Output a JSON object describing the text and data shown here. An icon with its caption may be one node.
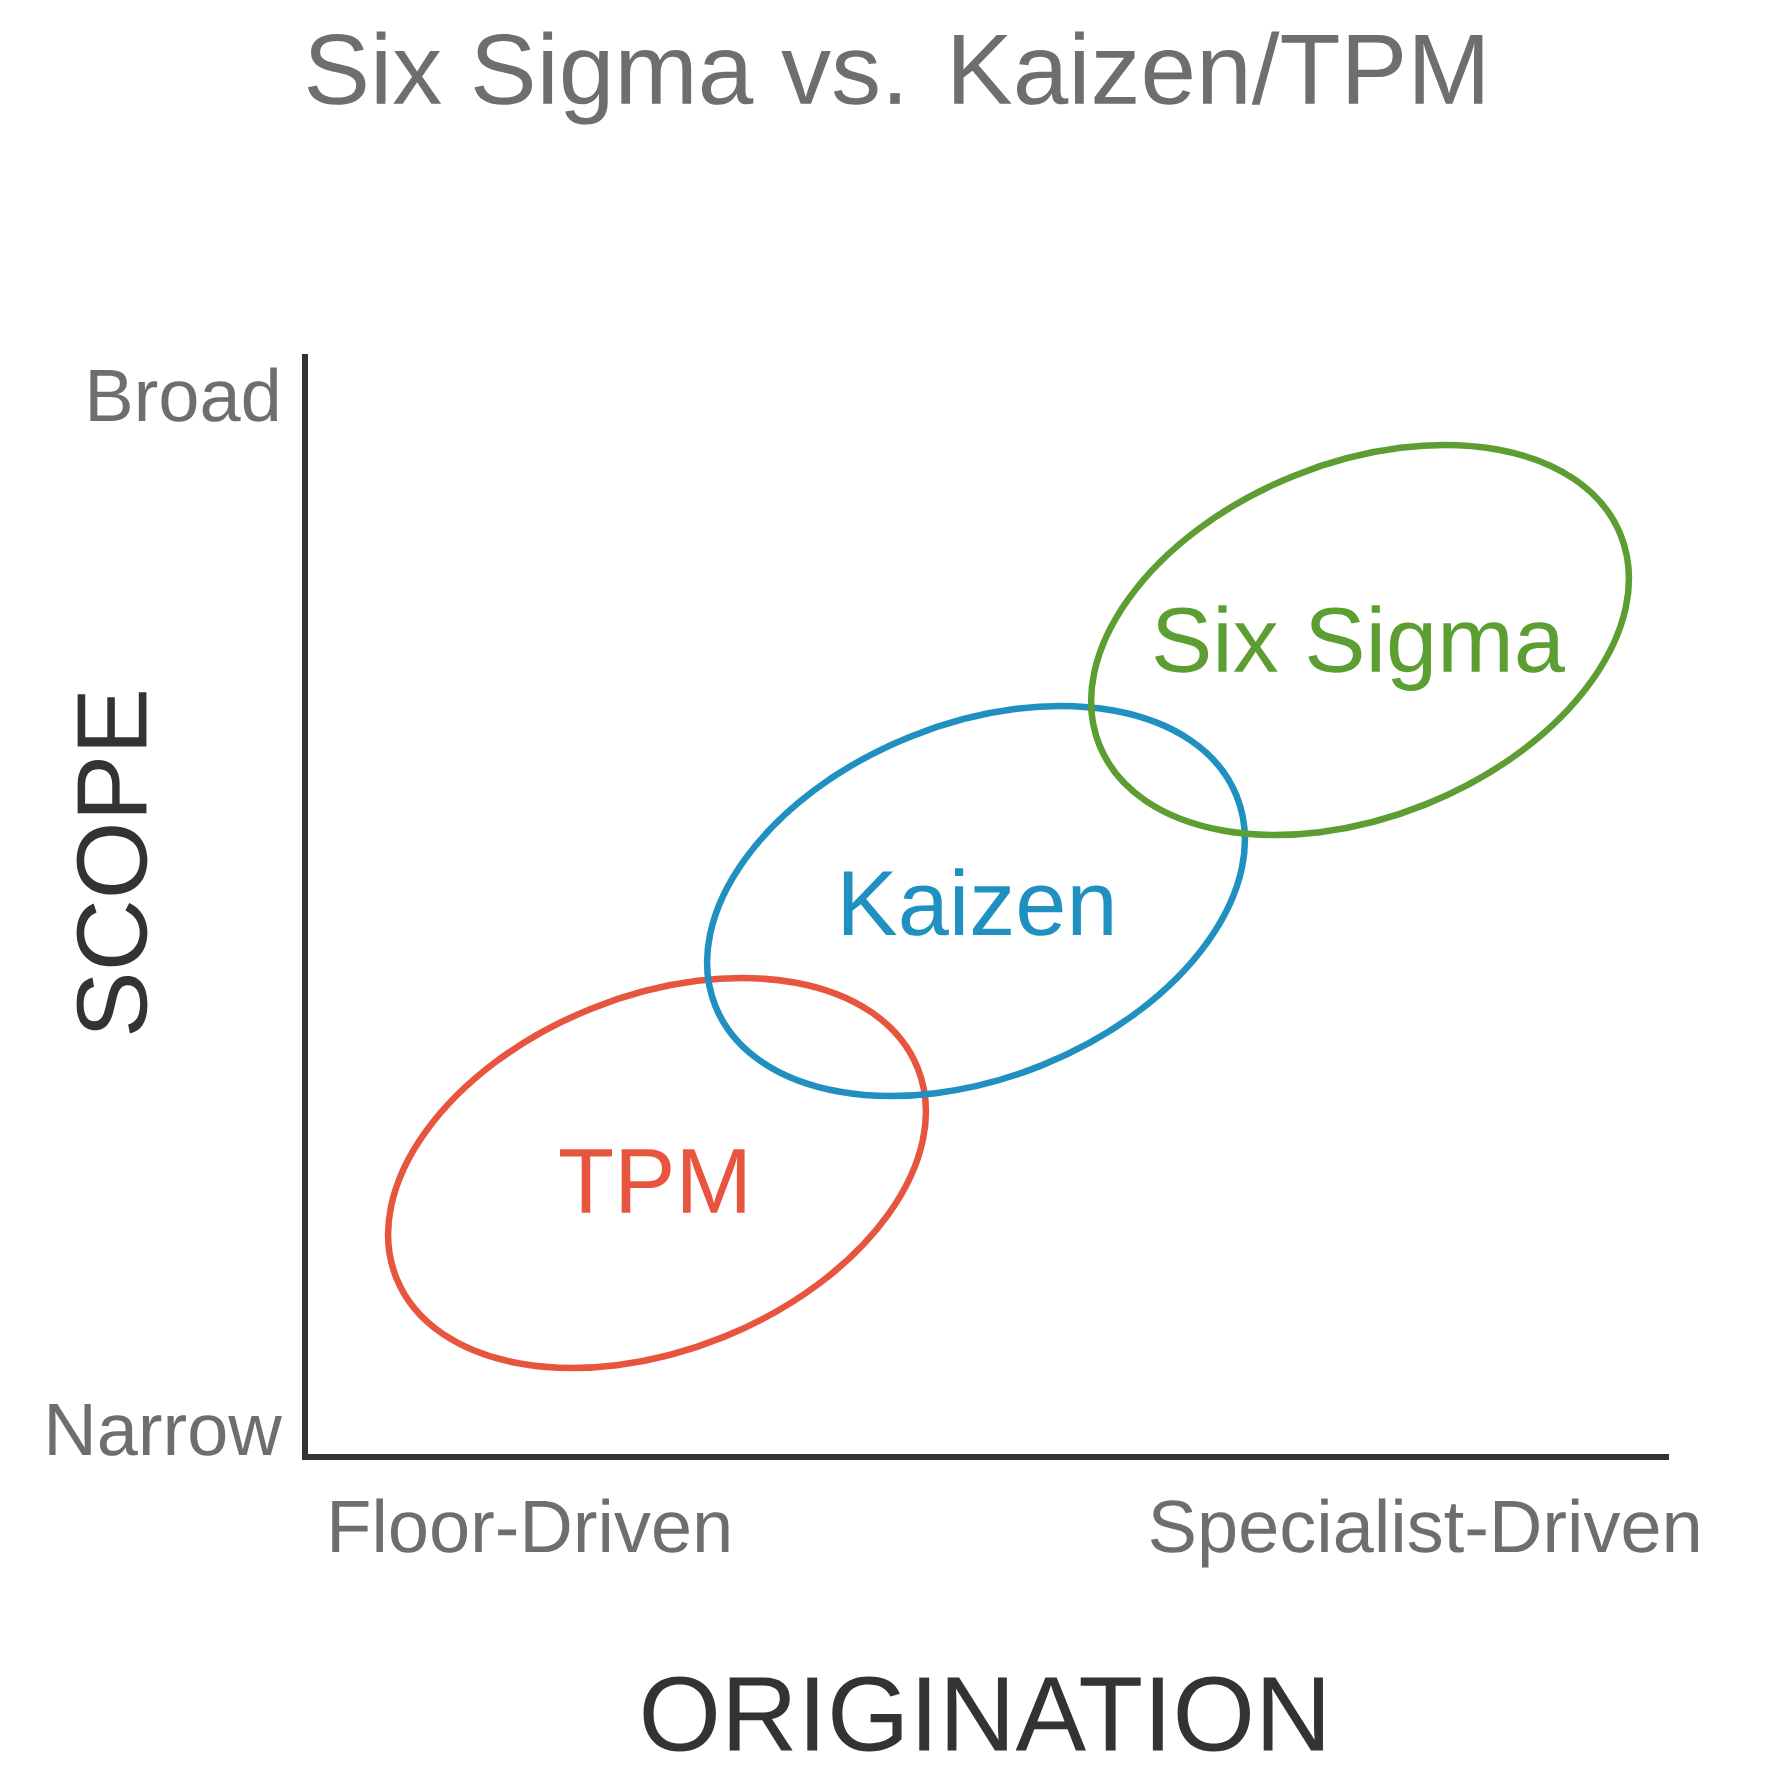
{
  "diagram": {
    "title": "Six Sigma vs. Kaizen/TPM",
    "nodes": [
      {
        "text": [
          "TPM"
        ]
      },
      {
        "text": [
          "Kaizen"
        ]
      },
      {
        "text": [
          "Six Sigma"
        ]
      }
    ],
    "labels": [
      "Broad",
      "SCOPE",
      "Narrow",
      "Floor-Driven",
      "Specialist-Driven",
      "ORIGINATION"
    ]
  }
}
